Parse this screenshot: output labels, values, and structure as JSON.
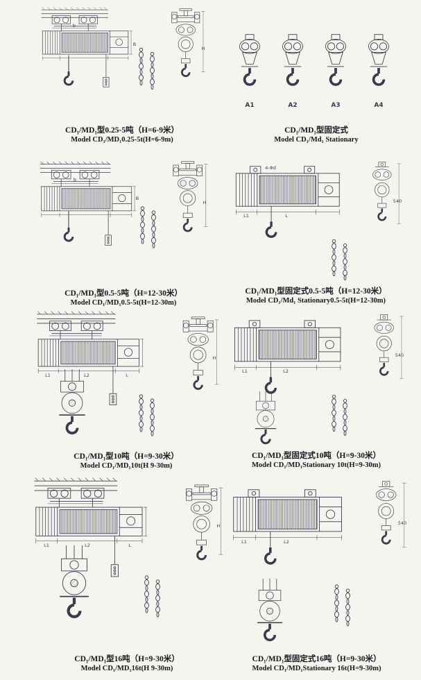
{
  "page": {
    "background": "#f6f4ee",
    "ink": "#3a3a4e"
  },
  "panels": [
    {
      "caption_cn": "CD₁/MD₁型0.25-5吨（H=6-9米）",
      "caption_en": "Model CD₁/MD₁0.25-5t(H=6-9m)",
      "dims": {
        "b": "b",
        "B": "B",
        "H": "H"
      }
    },
    {
      "caption_cn": "CD₁/MD₁型固定式",
      "caption_en": "Model CD₁/Md₁ Stationary",
      "unit_labels": [
        "A1",
        "A2",
        "A3",
        "A4"
      ]
    },
    {
      "caption_cn": "CD₁/MD₁型0.5-5吨（H=12-30米）",
      "caption_en": "Model CD₁/MD₁0.5-5t(H=12-30m)",
      "dims": {
        "b": "b",
        "B": "B",
        "H": "H"
      }
    },
    {
      "caption_cn": "CD₁/MD₁型固定式0.5-5吨（H=12-30米）",
      "caption_en": "Model CD₁/Md₁ Stationary0.5-5t(H=12-30m)",
      "dims": {
        "lug": "4-Φd",
        "L1": "L1",
        "L": "L",
        "H": "540"
      }
    },
    {
      "caption_cn": "CD₁/MD₁型10吨（H=9-30米）",
      "caption_en": "Model CD₁/MD₁10t(H 9-30m)",
      "dims": {
        "L1": "L1",
        "L2": "L2",
        "L": "L",
        "H": "H"
      }
    },
    {
      "caption_cn": "CD₁/MD₁型固定式10吨（H=9-30米）",
      "caption_en": "Model CD₁/MD₁Stationary 10t(H=9-30m)",
      "dims": {
        "L1": "L1",
        "L2": "L2",
        "H": "540"
      }
    },
    {
      "caption_cn": "CD₁/MD₁型16吨（H=9-30米）",
      "caption_en": "Model CD₁/MD₁16t(H 9-30m)",
      "dims": {
        "L1": "L1",
        "L2": "L2",
        "L": "L",
        "H": "H"
      }
    },
    {
      "caption_cn": "CD₁/MD₁型固定式16吨（H=9-30米）",
      "caption_en": "Model CD₁/MD₁Stationary 16t(H=9-30m)",
      "dims": {
        "L1": "L1",
        "L2": "L2",
        "H": "540"
      }
    }
  ]
}
